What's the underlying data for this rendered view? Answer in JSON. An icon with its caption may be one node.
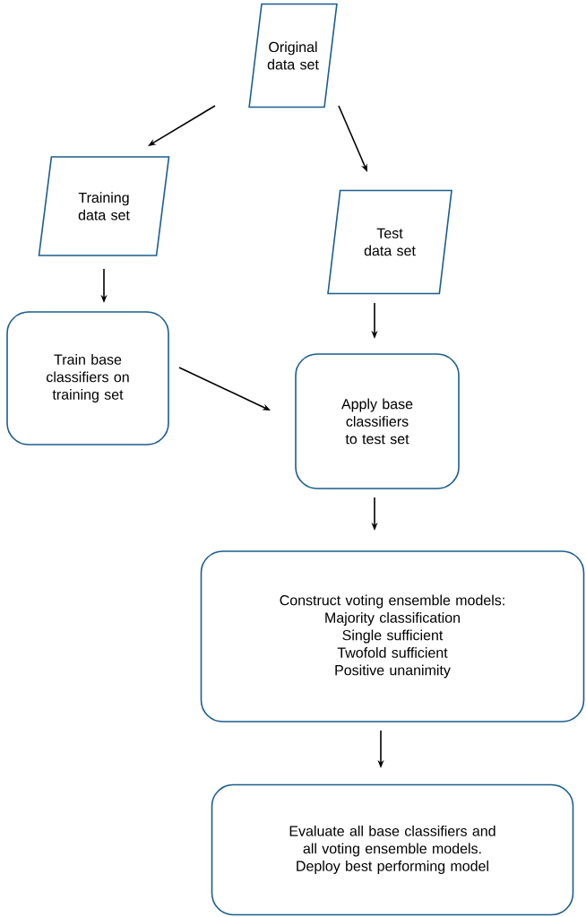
{
  "diagram": {
    "nodes": [
      {
        "text": [
          "Original data set"
        ]
      },
      {
        "text": [
          "Training data set"
        ]
      },
      {
        "text": [
          "Test data set"
        ]
      },
      {
        "text": [
          "Train base classifiers on training set"
        ]
      },
      {
        "text": [
          "Apply base classifiers to test set"
        ]
      },
      {
        "text": [
          "Construct voting ensemble models:",
          "Majority classification",
          "Single sufficient",
          "Twofold sufficient",
          "Positive unanimity"
        ]
      },
      {
        "text": [
          "Evaluate all base classifiers and all voting ensemble models.",
          "Deploy best performing model"
        ]
      }
    ],
    "edges": [
      {
        "from": 0,
        "to": 1,
        "arrow": "to"
      },
      {
        "from": 0,
        "to": 2,
        "arrow": "to"
      },
      {
        "from": 1,
        "to": 3,
        "arrow": "to"
      },
      {
        "from": 3,
        "to": 4,
        "arrow": "to"
      },
      {
        "from": 2,
        "to": 4,
        "arrow": "to"
      },
      {
        "from": 4,
        "to": 5,
        "arrow": "to"
      },
      {
        "from": 5,
        "to": 6,
        "arrow": "to"
      }
    ]
  }
}
